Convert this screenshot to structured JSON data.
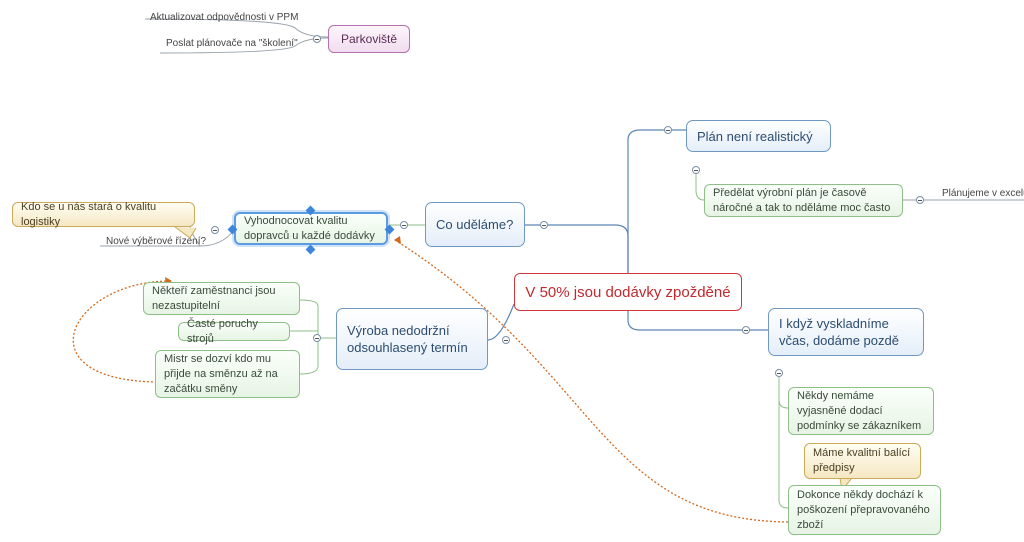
{
  "central": {
    "label": "V 50% jsou dodávky zpožděné"
  },
  "parking": {
    "label": "Parkoviště",
    "items": [
      "Aktualizovat odpovědnosti v PPM",
      "Poslat plánovače na \"školení\""
    ]
  },
  "topics": {
    "plan": {
      "label": "Plán není realistický",
      "sub": "Předělat výrobní plán je časově náročné a tak to nděláme moc často",
      "leaf": "Plánujeme v excelu"
    },
    "co": {
      "label": "Co uděláme?",
      "sub": "Vyhodnocovat kvalitu dopravců u každé dodávky",
      "leaf": "Nové výběrové řízení?",
      "note": "Kdo se u nás stará o kvalitu logistiky"
    },
    "vyroba": {
      "label": "Výroba nedodržní odsouhlasený termín",
      "subs": [
        "Někteří zaměstnanci jsou nezastupitelní",
        "Časté poruchy strojů",
        "Mistr se dozví kdo mu přijde na směnzu až na začátku směny"
      ]
    },
    "vysklad": {
      "label": "I když vyskladníme včas, dodáme pozdě",
      "subs": [
        "Někdy nemáme vyjasněné dodací podmínky se zákazníkem",
        "Dokonce někdy dochází k poškození přepravovaného zboží"
      ],
      "note": "Máme kvalitní balící předpisy"
    }
  },
  "colors": {
    "central_border": "#d0383e",
    "topic_border": "#6f99c4",
    "subtopic_border": "#8fbf88",
    "note_border": "#c9ab58",
    "parking_border": "#b372ab",
    "relationship": "#d2691e"
  }
}
